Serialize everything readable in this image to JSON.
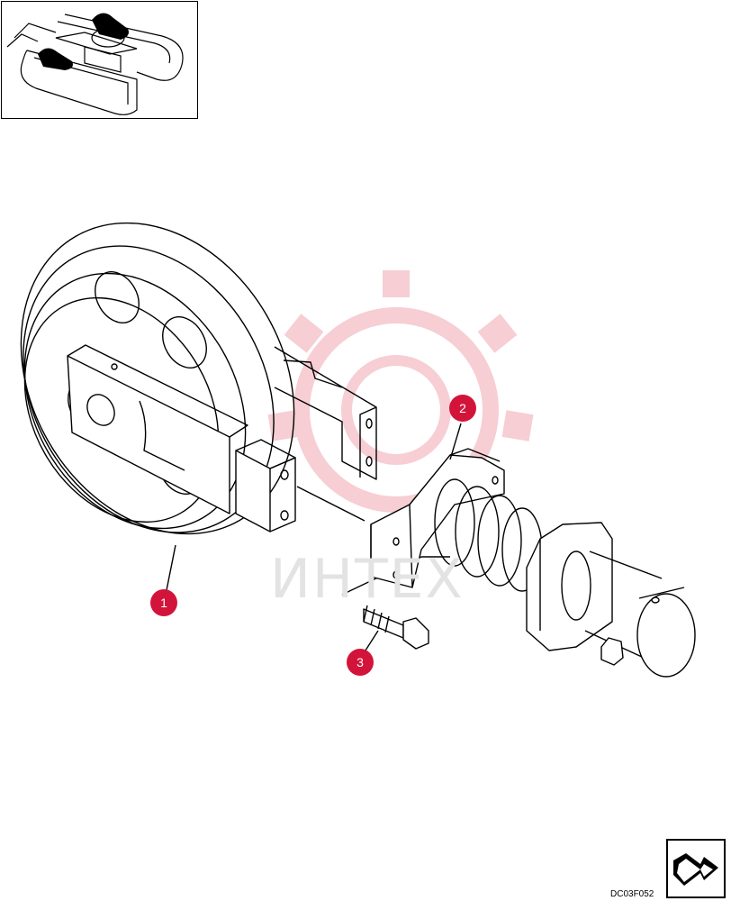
{
  "watermark": {
    "text": "ИНТЕХ"
  },
  "callouts": [
    {
      "label": "1"
    },
    {
      "label": "2"
    },
    {
      "label": "3"
    }
  ],
  "figure_code": "DC03F052",
  "colors": {
    "callout": "#d3143a",
    "watermark_gear": "#f6c9cf",
    "line": "#000000"
  },
  "icons": {
    "nav": "next-page-arrow-icon"
  }
}
